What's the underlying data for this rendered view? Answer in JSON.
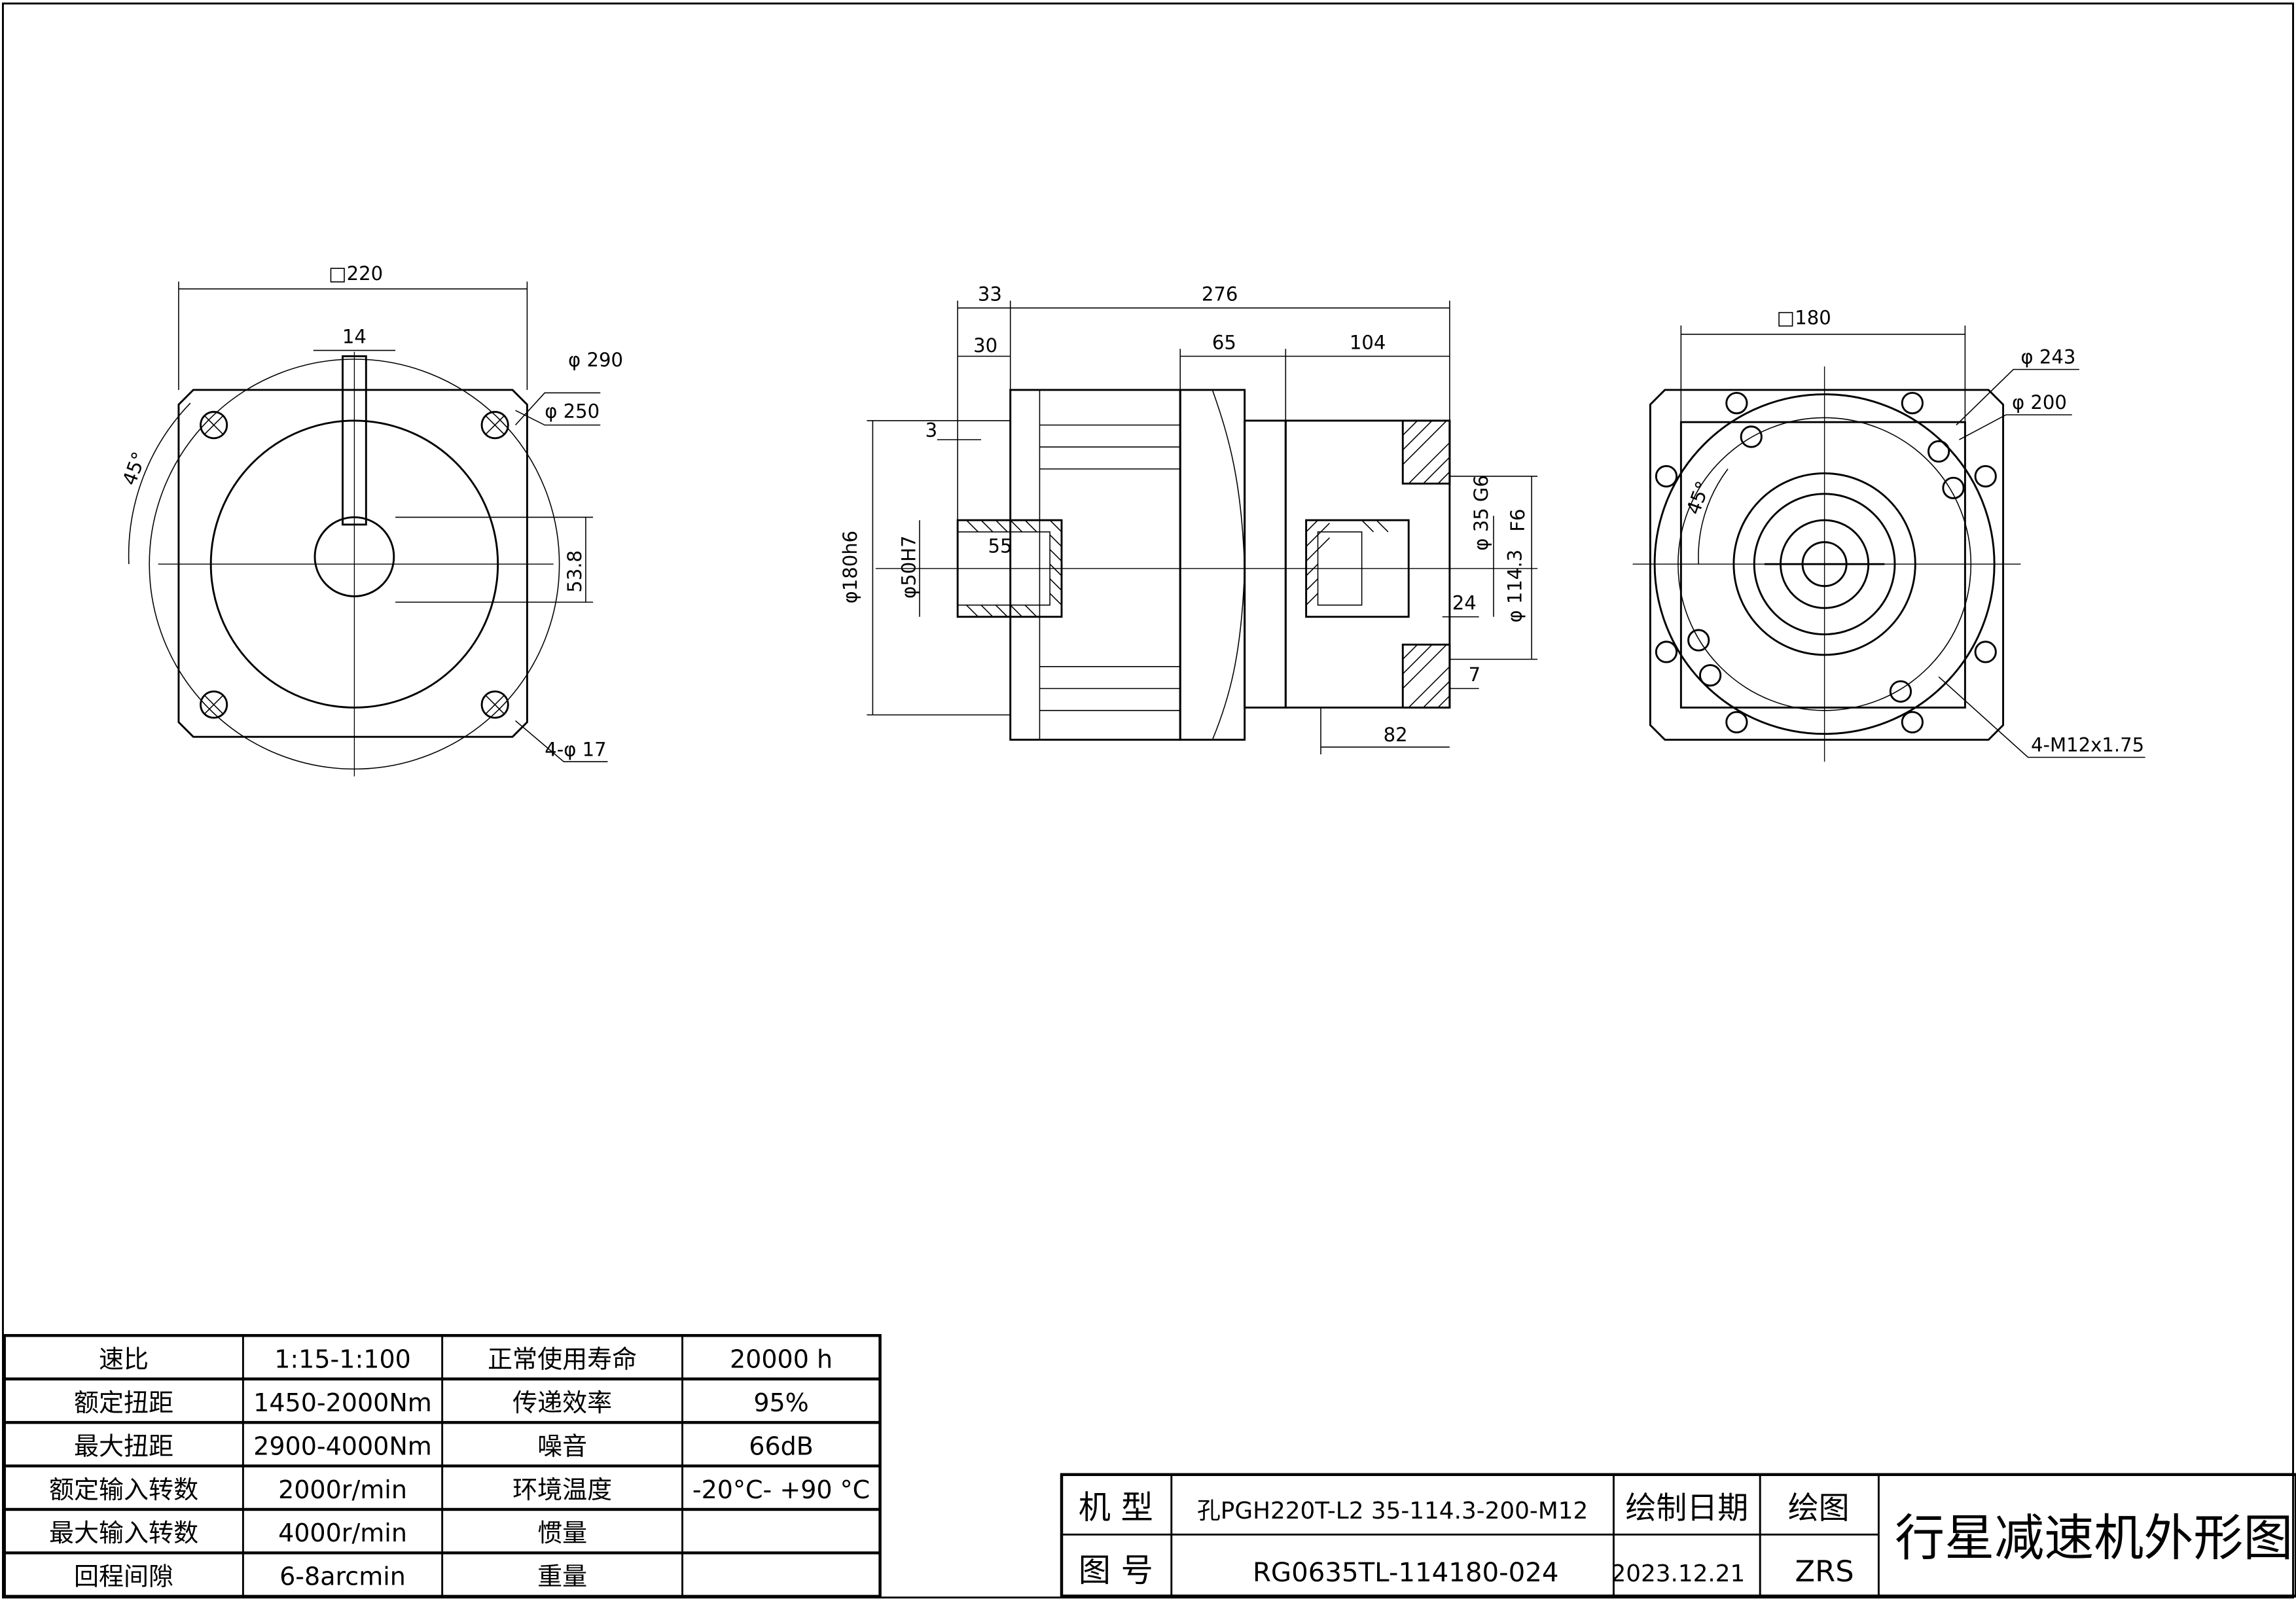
{
  "drawing": {
    "front_view": {
      "square": "□220",
      "key_width": "14",
      "od1": "φ 290",
      "od2": "φ 250",
      "key_height": "53.8",
      "angle": "45°",
      "holes": "4-φ 17"
    },
    "side_view": {
      "d33": "33",
      "d276": "276",
      "d30": "30",
      "d65": "65",
      "d104": "104",
      "d3": "3",
      "pilot": "φ180h6",
      "bore": "φ50H7",
      "d55": "55",
      "shaft": "φ 35 G6",
      "f6": "F6",
      "d114": "φ 114.3",
      "d24": "24",
      "d7": "7",
      "d82": "82"
    },
    "rear_view": {
      "square": "□180",
      "od1": "φ 243",
      "od2": "φ 200",
      "angle": "45°",
      "threads": "4-M12x1.75"
    }
  },
  "spec_table": [
    [
      "速比",
      "1:15-1:100",
      "正常使用寿命",
      "20000 h"
    ],
    [
      "额定扭距",
      "1450-2000Nm",
      "传递效率",
      "95%"
    ],
    [
      "最大扭距",
      "2900-4000Nm",
      "噪音",
      "66dB"
    ],
    [
      "额定输入转数",
      "2000r/min",
      "环境温度",
      "-20°C- +90 °C"
    ],
    [
      "最大输入转数",
      "4000r/min",
      "惯量",
      ""
    ],
    [
      "回程间隙",
      "6-8arcmin",
      "重量",
      ""
    ]
  ],
  "title_block": {
    "model_label": "机 型",
    "model_value": "孔PGH220T-L2 35-114.3-200-M12",
    "drawing_no_label": "图 号",
    "drawing_no_value": "RG0635TL-114180-024",
    "date_label": "绘制日期",
    "date_value": "2023.12.21",
    "drawer_label": "绘图",
    "drawer_value": "ZRS",
    "title": "行星减速机外形图"
  }
}
